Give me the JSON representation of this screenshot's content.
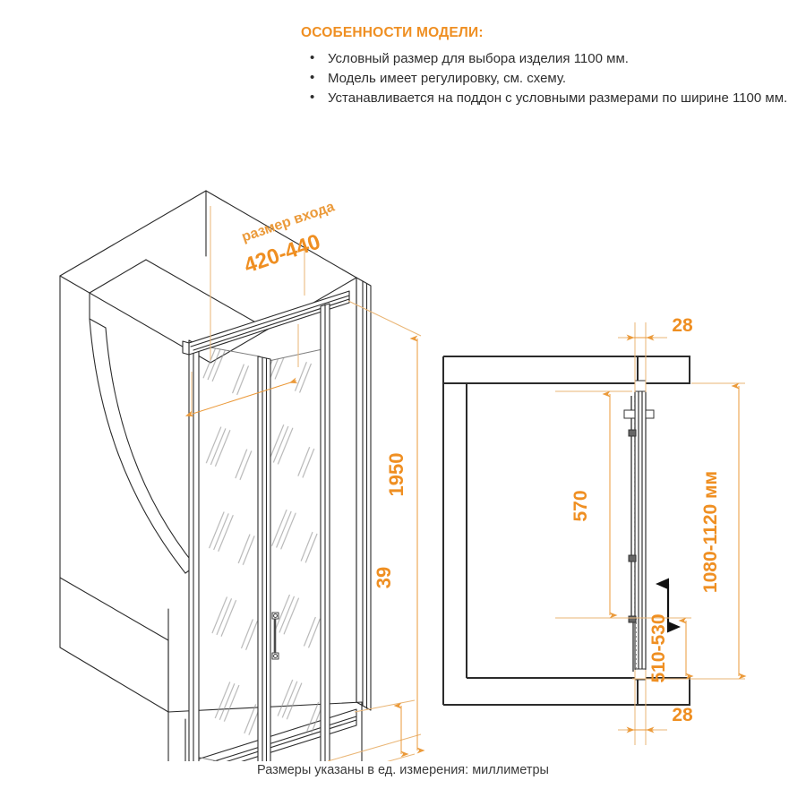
{
  "features": {
    "title": "ОСОБЕННОСТИ МОДЕЛИ:",
    "items": [
      "Условный размер для выбора изделия 1100 мм.",
      "Модель имеет регулировку, см. схему.",
      "Устанавливается на поддон с условными размерами по ширине 1100 мм."
    ]
  },
  "footer": {
    "note": "Размеры указаны в ед. измерения: миллиметры"
  },
  "colors": {
    "accent_title": "#ef8f22",
    "dimension_text": "#ef8f22",
    "dimension_line": "#eab676",
    "outline": "#2b2b2b",
    "text": "#2e2e2e"
  },
  "isometric_view": {
    "name": "Изометрический вид душевой двери в нише",
    "dimensions": {
      "entrance_label": "размер входа",
      "entrance_value": "420-440",
      "height_total": "1950",
      "height_base": "39"
    }
  },
  "plan_view": {
    "name": "Вид сверху (план) с регулировкой",
    "dimensions": {
      "profile_top": "28",
      "profile_bottom": "28",
      "fixed_panel": "570",
      "door_panel": "510-530",
      "overall": "1080-1120 мм"
    },
    "adjust_arrow": "double-headed-vertical-arrow"
  }
}
